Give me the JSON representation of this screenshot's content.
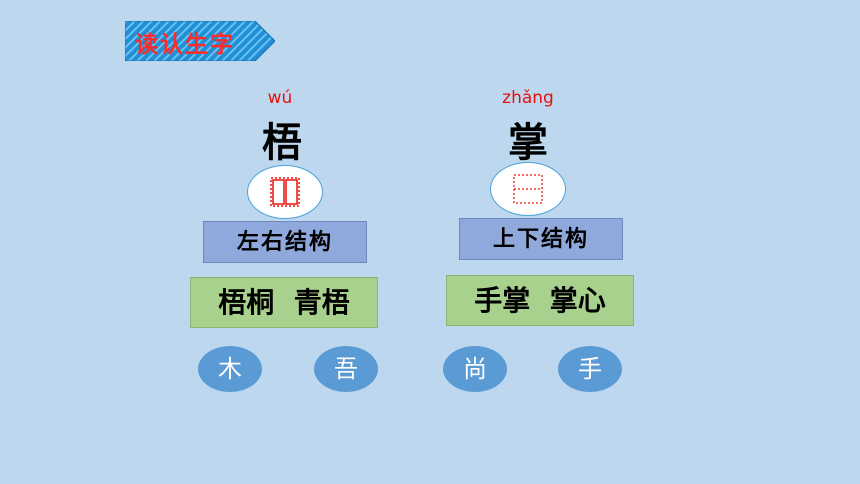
{
  "banner": {
    "title": "读认生字"
  },
  "characters": [
    {
      "pinyin": "wú",
      "hanzi": "梧",
      "structure_icon": "left-right-grid-icon",
      "structure": "左右结构",
      "words": "梧桐  青梧",
      "components": [
        "木",
        "吾"
      ]
    },
    {
      "pinyin": "zhǎng",
      "hanzi": "掌",
      "structure_icon": "top-bottom-grid-icon",
      "structure": "上下结构",
      "words": "手掌  掌心",
      "components": [
        "尚",
        "手"
      ]
    }
  ],
  "colors": {
    "background": "#bdd7ee",
    "banner_fill": "#1f8fd6",
    "banner_text": "#ff2a2a",
    "pinyin": "#e8100c",
    "structure_box": "#8fa9dc",
    "words_box": "#a9d18e",
    "component_circle": "#5b9bd5"
  }
}
